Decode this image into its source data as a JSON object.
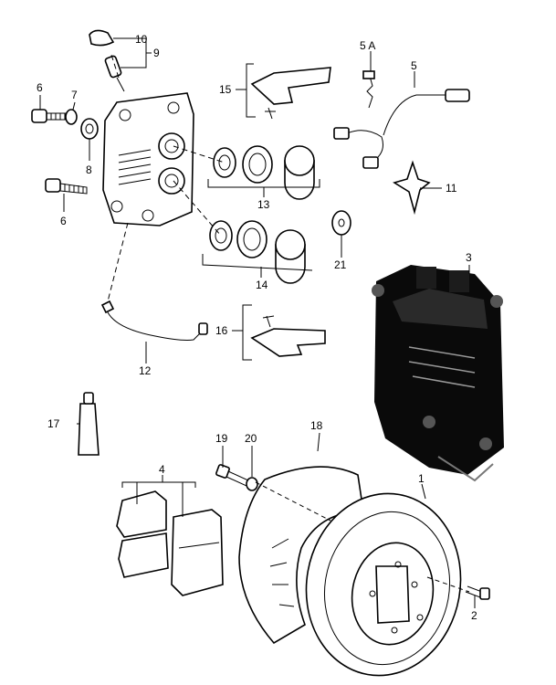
{
  "callouts": {
    "c1": "1",
    "c2": "2",
    "c3": "3",
    "c4": "4",
    "c5": "5",
    "c5a": "5 A",
    "c6a": "6",
    "c6b": "6",
    "c7": "7",
    "c8": "8",
    "c9": "9",
    "c10": "10",
    "c11": "11",
    "c12": "12",
    "c13": "13",
    "c14": "14",
    "c15": "15",
    "c16": "16",
    "c17": "17",
    "c18": "18",
    "c19": "19",
    "c20": "20",
    "c21": "21"
  },
  "colors": {
    "line": "#000000",
    "caliper_body": "#0a0a0a",
    "background": "#ffffff"
  }
}
